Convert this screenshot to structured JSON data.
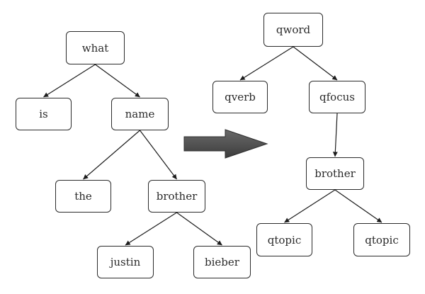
{
  "colors": {
    "node_border": "#2b2b2b",
    "node_text": "#2a2a2a",
    "edge": "#1c1c1c",
    "transform_arrow_fill": "#4f4f4f"
  },
  "source_tree": {
    "nodes": [
      {
        "id": "what",
        "label": "what"
      },
      {
        "id": "is",
        "label": "is"
      },
      {
        "id": "name",
        "label": "name"
      },
      {
        "id": "the",
        "label": "the"
      },
      {
        "id": "brother_src",
        "label": "brother"
      },
      {
        "id": "justin",
        "label": "justin"
      },
      {
        "id": "bieber",
        "label": "bieber"
      }
    ],
    "edges": [
      {
        "from": "what",
        "to": "is"
      },
      {
        "from": "what",
        "to": "name"
      },
      {
        "from": "name",
        "to": "the"
      },
      {
        "from": "name",
        "to": "brother_src"
      },
      {
        "from": "brother_src",
        "to": "justin"
      },
      {
        "from": "brother_src",
        "to": "bieber"
      }
    ]
  },
  "target_tree": {
    "nodes": [
      {
        "id": "qword",
        "label": "qword"
      },
      {
        "id": "qverb",
        "label": "qverb"
      },
      {
        "id": "qfocus",
        "label": "qfocus"
      },
      {
        "id": "brother_tgt",
        "label": "brother"
      },
      {
        "id": "qtopic_left",
        "label": "qtopic"
      },
      {
        "id": "qtopic_right",
        "label": "qtopic"
      }
    ],
    "edges": [
      {
        "from": "qword",
        "to": "qverb"
      },
      {
        "from": "qword",
        "to": "qfocus"
      },
      {
        "from": "qfocus",
        "to": "brother_tgt"
      },
      {
        "from": "brother_tgt",
        "to": "qtopic_left"
      },
      {
        "from": "brother_tgt",
        "to": "qtopic_right"
      }
    ]
  },
  "transform_arrow": {
    "icon": "right-block-arrow-icon"
  }
}
